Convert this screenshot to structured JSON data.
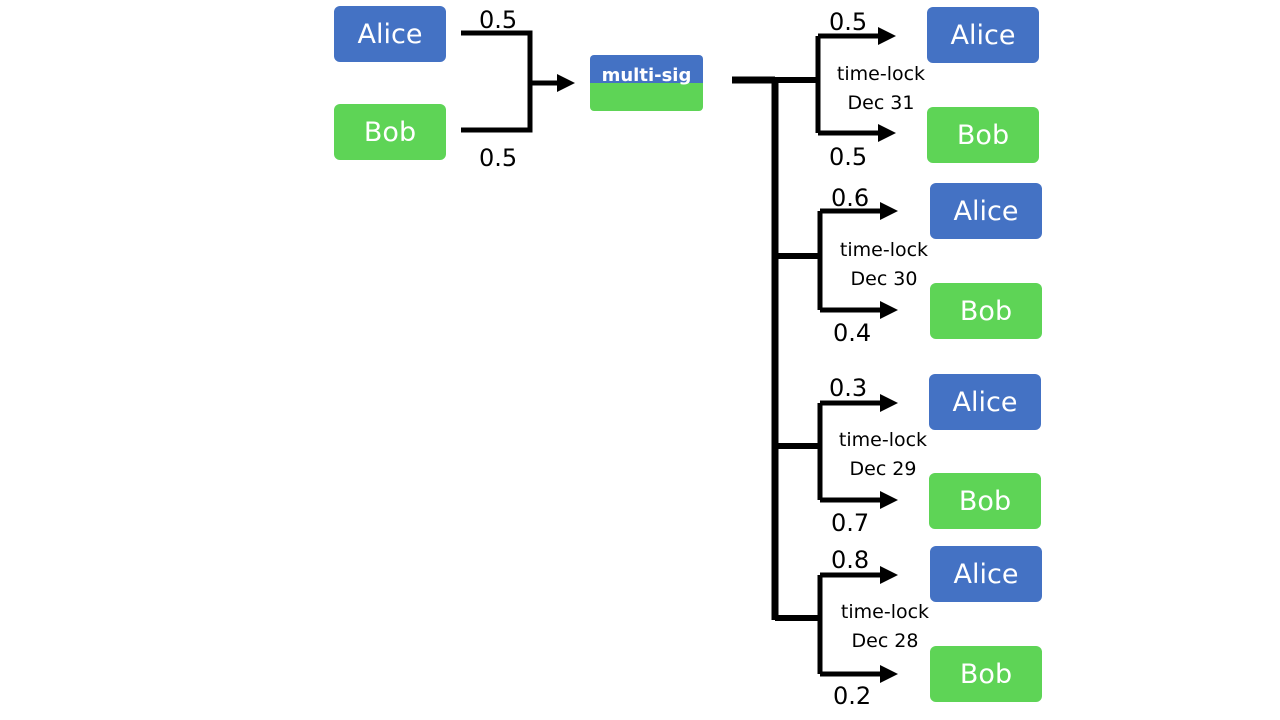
{
  "colors": {
    "alice": "#4472c4",
    "bob": "#5ed456",
    "line": "#000000"
  },
  "inputs": [
    {
      "party": "Alice",
      "amount": "0.5"
    },
    {
      "party": "Bob",
      "amount": "0.5"
    }
  ],
  "multisig": {
    "label": "multi-sig"
  },
  "branches": [
    {
      "timelock": "time-lock",
      "date": "Dec 31",
      "alice_amount": "0.5",
      "bob_amount": "0.5",
      "alice_label": "Alice",
      "bob_label": "Bob"
    },
    {
      "timelock": "time-lock",
      "date": "Dec 30",
      "alice_amount": "0.6",
      "bob_amount": "0.4",
      "alice_label": "Alice",
      "bob_label": "Bob"
    },
    {
      "timelock": "time-lock",
      "date": "Dec 29",
      "alice_amount": "0.3",
      "bob_amount": "0.7",
      "alice_label": "Alice",
      "bob_label": "Bob"
    },
    {
      "timelock": "time-lock",
      "date": "Dec 28",
      "alice_amount": "0.8",
      "bob_amount": "0.2",
      "alice_label": "Alice",
      "bob_label": "Bob"
    }
  ]
}
